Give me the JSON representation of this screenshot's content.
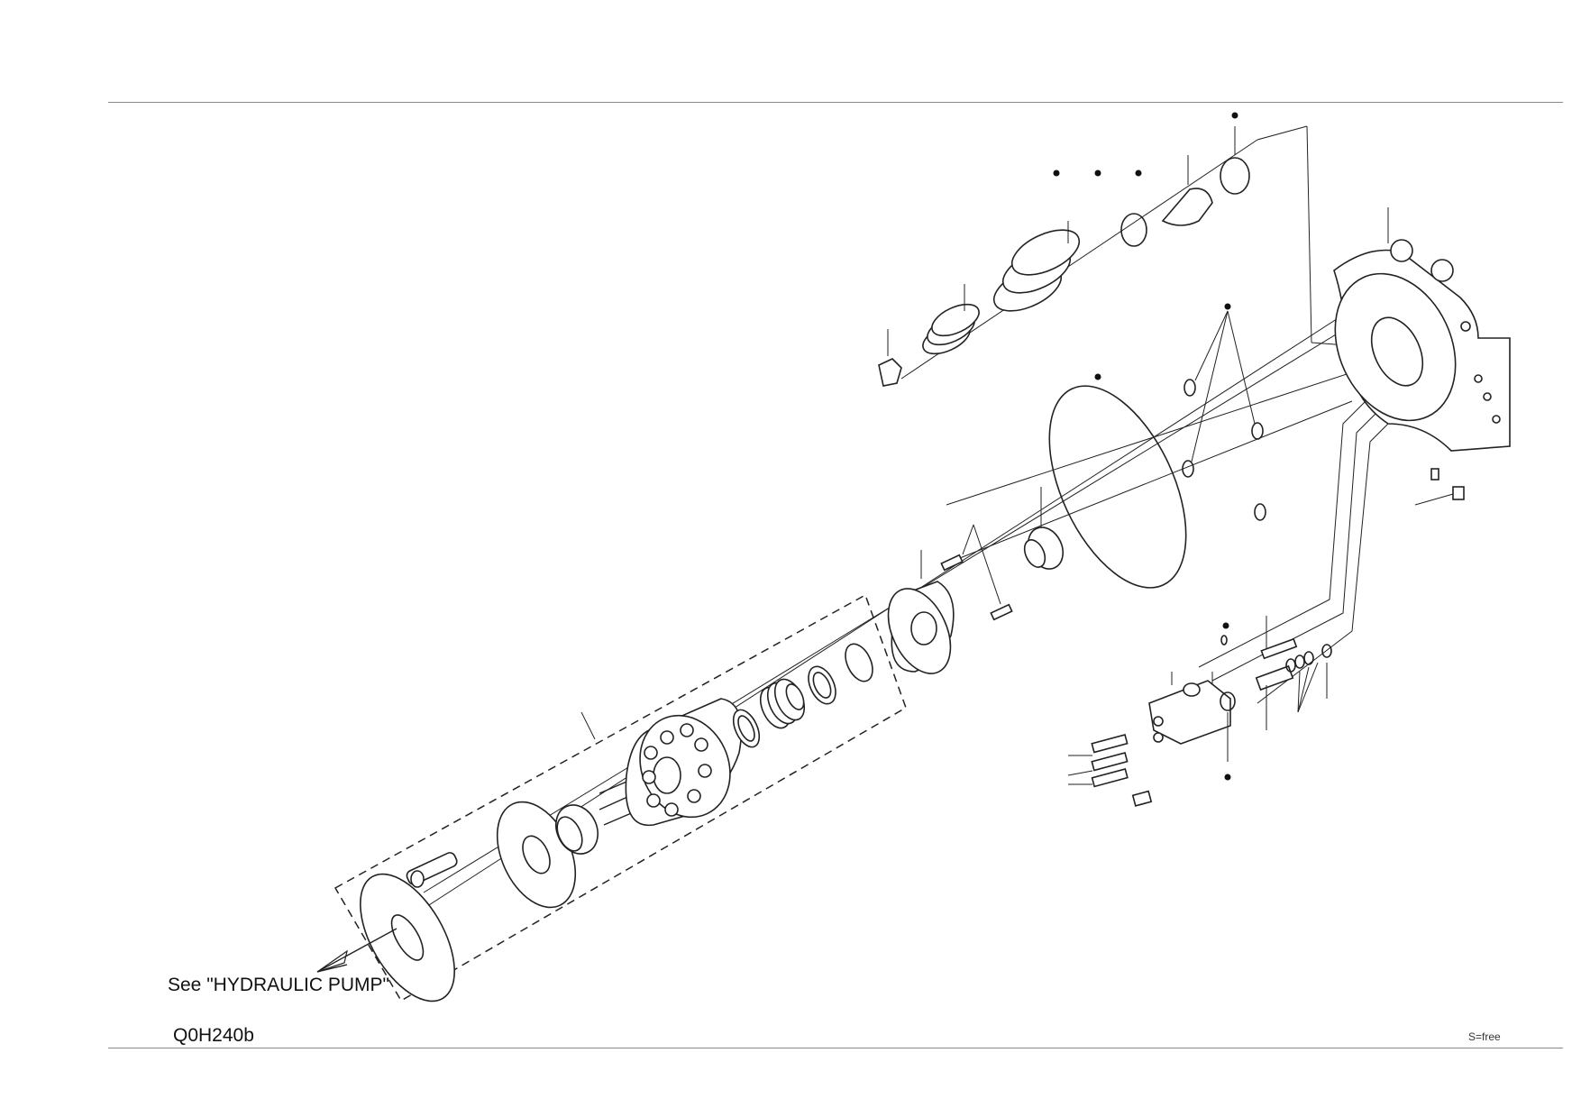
{
  "drawing": {
    "reference_note": "See \"HYDRAULIC PUMP\"",
    "drawing_code": "Q0H240b",
    "scale_note": "S=free"
  },
  "colors": {
    "line": "#222222",
    "rule": "#8a8a8a",
    "background": "#ffffff"
  }
}
